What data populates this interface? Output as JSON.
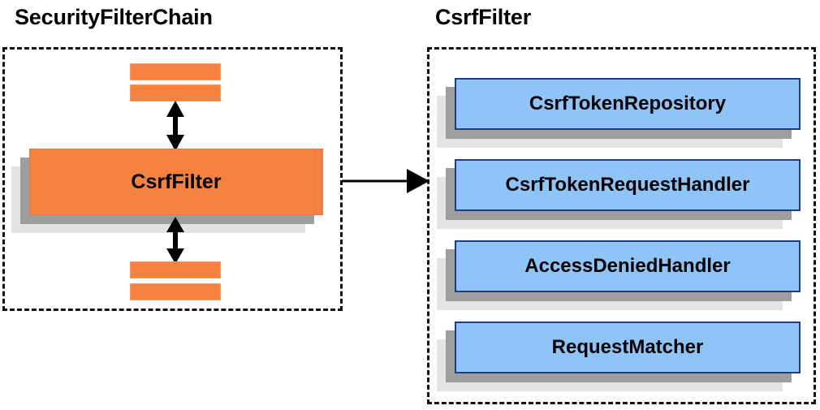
{
  "diagram": {
    "title": "CsrfFilter collaborators diagram",
    "colors": {
      "orange_fill": "#f5813f",
      "orange_border": "#e8744a",
      "blue_fill": "#8ec4f8",
      "blue_border": "#1f3b8c",
      "shadow_dark": "#9e9e9e",
      "shadow_light": "#e3e3e3",
      "panel_border": "#111111",
      "arrow": "#000000",
      "text": "#000000",
      "background": "#ffffff"
    },
    "panels": [
      {
        "id": "security-filter-chain",
        "title": "SecurityFilterChain",
        "style": "dashed",
        "filters_above": [
          "",
          ""
        ],
        "main_box": {
          "label": "CsrfFilter",
          "fill": "orange"
        },
        "filters_below": [
          "",
          ""
        ],
        "internal_arrows": [
          {
            "name": "arrow-above-csrffilter",
            "direction": "double-vertical"
          },
          {
            "name": "arrow-below-csrffilter",
            "direction": "double-vertical"
          }
        ]
      },
      {
        "id": "csrf-filter",
        "title": "CsrfFilter",
        "style": "dashed",
        "collaborators": [
          {
            "label": "CsrfTokenRepository"
          },
          {
            "label": "CsrfTokenRequestHandler"
          },
          {
            "label": "AccessDeniedHandler"
          },
          {
            "label": "RequestMatcher"
          }
        ]
      }
    ],
    "connector": {
      "name": "csrffilter-expands-to-arrow",
      "from": "security-filter-chain",
      "to": "csrf-filter",
      "direction": "right",
      "label": ""
    }
  }
}
